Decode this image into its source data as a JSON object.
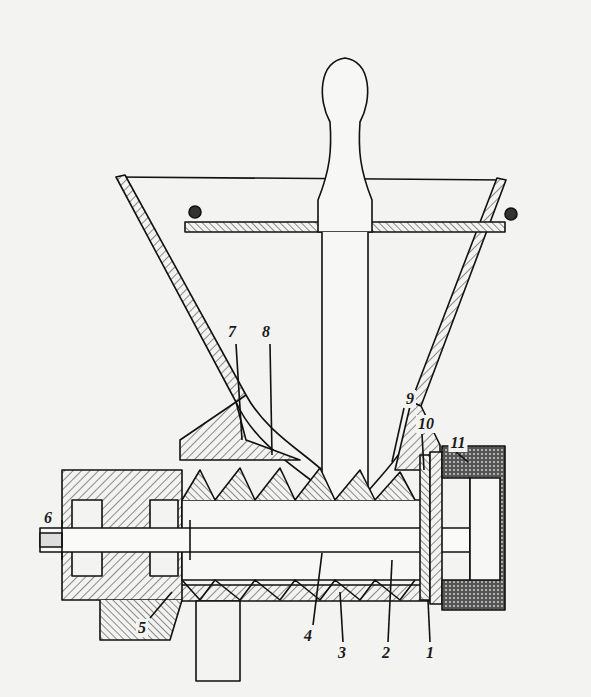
{
  "diagram": {
    "labels": [
      "7",
      "8",
      "9",
      "10",
      "11",
      "6",
      "5",
      "4",
      "3",
      "2",
      "1"
    ]
  }
}
